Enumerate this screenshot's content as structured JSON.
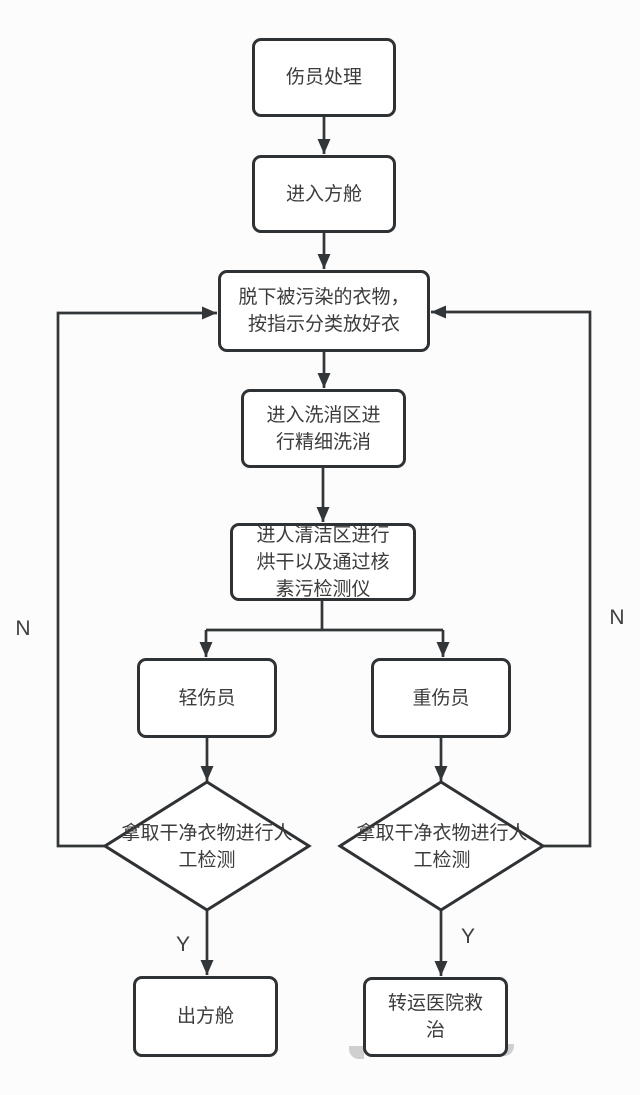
{
  "diagram": {
    "type": "flowchart",
    "background": "#fcfcfc",
    "stroke_color": "#333639",
    "node_fill": "#ffffff",
    "nodes": {
      "casualty_handling": "伤员处理",
      "enter_cabin": "进入方舱",
      "undress": "脱下被污染的衣物，\n按指示分类放好衣",
      "wash_area": "进入洗消区进\n行精细洗消",
      "clean_area": "进人清洁区进行\n烘干以及通过核\n素污检测仪",
      "light_injury": "轻伤员",
      "severe_injury": "重伤员",
      "decision_left": "拿取干净衣物进行人\n工检测",
      "decision_right": "拿取干净衣物进行人\n工检测",
      "exit_cabin": "出方舱",
      "transfer_hospital": "转运医院救\n治"
    },
    "labels": {
      "n_left": "N",
      "n_right": "N",
      "y_left": "Y",
      "y_right": "Y"
    }
  }
}
